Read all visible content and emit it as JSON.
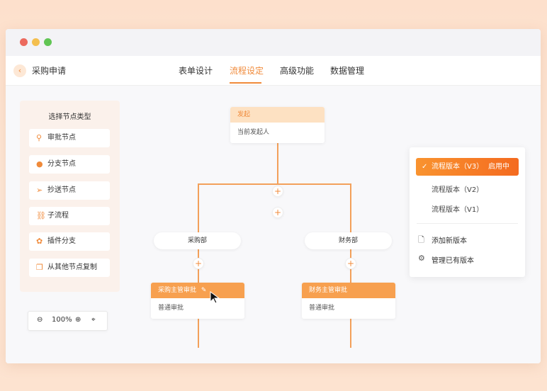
{
  "app": {
    "title": "采购申请"
  },
  "tabs": [
    {
      "label": "表单设计"
    },
    {
      "label": "流程设定",
      "active": true
    },
    {
      "label": "高级功能"
    },
    {
      "label": "数据管理"
    }
  ],
  "node_panel": {
    "title": "选择节点类型",
    "items": [
      {
        "label": "审批节点",
        "icon": "approval-icon"
      },
      {
        "label": "分支节点",
        "icon": "branch-icon"
      },
      {
        "label": "抄送节点",
        "icon": "send-icon"
      },
      {
        "label": "子流程",
        "icon": "subprocess-icon"
      },
      {
        "label": "插件分支",
        "icon": "plugin-icon"
      },
      {
        "label": "从其他节点复制",
        "icon": "copy-icon"
      }
    ]
  },
  "zoom": {
    "level": "100%"
  },
  "flow": {
    "start": {
      "title": "发起",
      "body": "当前发起人"
    },
    "branches": [
      {
        "label": "采购部",
        "node": {
          "title": "采购主管审批",
          "body": "普通审批"
        }
      },
      {
        "label": "财务部",
        "node": {
          "title": "财务主管审批",
          "body": "普通审批"
        }
      }
    ]
  },
  "versions": {
    "active": {
      "label": "流程版本（V3）",
      "status": "启用中"
    },
    "items": [
      "流程版本（V2）",
      "流程版本（V1）"
    ],
    "actions": [
      {
        "label": "添加新版本",
        "icon": "add-file-icon"
      },
      {
        "label": "管理已有版本",
        "icon": "gear-icon"
      }
    ]
  },
  "colors": {
    "accent": "#f08a3a",
    "card_header": "#f7a04f",
    "start_header": "#fde1c2"
  }
}
